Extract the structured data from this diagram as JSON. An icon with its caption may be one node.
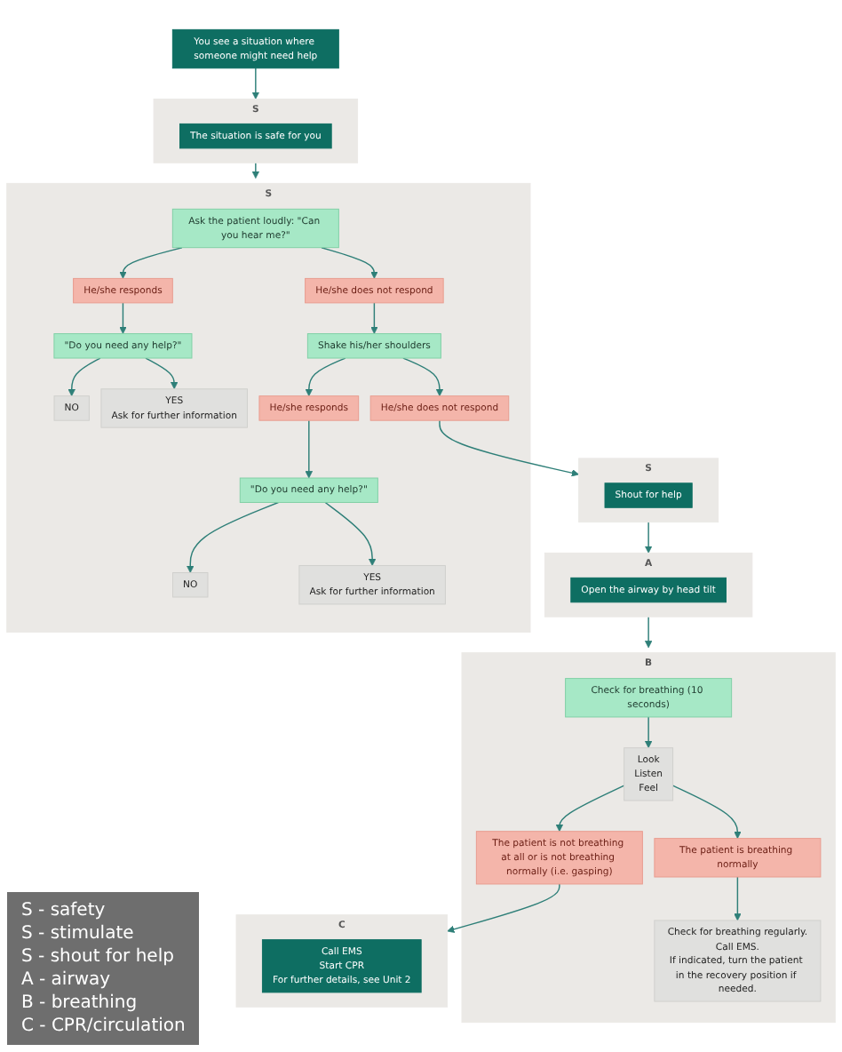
{
  "diagram": {
    "nodes": [
      {
        "text": [
          "You see a situation where someone might need help"
        ]
      },
      {
        "text": [
          "S"
        ]
      },
      {
        "text": [
          "The situation is safe for you"
        ],
        "in": 1
      },
      {
        "text": [
          "S"
        ]
      },
      {
        "text": [
          "Ask the patient loudly: \"Can you hear me?\""
        ],
        "in": 3
      },
      {
        "text": [
          "He/she responds"
        ],
        "in": 3
      },
      {
        "text": [
          "He/she does not respond"
        ],
        "in": 3
      },
      {
        "text": [
          "\"Do you need any help?\""
        ],
        "in": 3
      },
      {
        "text": [
          "Shake his/her shoulders"
        ],
        "in": 3
      },
      {
        "text": [
          "NO"
        ],
        "in": 3
      },
      {
        "text": [
          "YES",
          "Ask for further information"
        ],
        "in": 3
      },
      {
        "text": [
          "He/she responds"
        ],
        "in": 3
      },
      {
        "text": [
          "He/she does not respond"
        ],
        "in": 3
      },
      {
        "text": [
          "\"Do you need any help?\""
        ],
        "in": 3
      },
      {
        "text": [
          "NO"
        ],
        "in": 3
      },
      {
        "text": [
          "YES",
          "Ask for further information"
        ],
        "in": 3
      },
      {
        "text": [
          "S"
        ]
      },
      {
        "text": [
          "Shout for help"
        ],
        "in": 16
      },
      {
        "text": [
          "A"
        ]
      },
      {
        "text": [
          "Open the airway by head tilt"
        ],
        "in": 18
      },
      {
        "text": [
          "B"
        ]
      },
      {
        "text": [
          "Check for breathing (10 seconds)"
        ],
        "in": 20
      },
      {
        "text": [
          "Look",
          "Listen",
          "Feel"
        ],
        "in": 20
      },
      {
        "text": [
          "The patient is breathing normally"
        ],
        "in": 20
      },
      {
        "text": [
          "The patient is not breathing at all or is not breathing normally (i.e. gasping)"
        ],
        "in": 20
      },
      {
        "text": [
          "Check for breathing regularly.",
          "Call EMS.",
          "If indicated, turn the patient in the recovery position if needed."
        ],
        "in": 20
      },
      {
        "text": [
          "C"
        ]
      },
      {
        "text": [
          "Call EMS",
          "Start CPR",
          "For further details, see Unit 2"
        ],
        "in": 26
      }
    ],
    "edges": [
      {
        "from": 0,
        "to": 1,
        "arrow": "to"
      },
      {
        "from": 1,
        "to": 3,
        "arrow": "to"
      },
      {
        "from": 4,
        "to": 5,
        "arrow": "to"
      },
      {
        "from": 4,
        "to": 6,
        "arrow": "to"
      },
      {
        "from": 5,
        "to": 7,
        "arrow": "to"
      },
      {
        "from": 6,
        "to": 8,
        "arrow": "to"
      },
      {
        "from": 7,
        "to": 9,
        "arrow": "to"
      },
      {
        "from": 7,
        "to": 10,
        "arrow": "to"
      },
      {
        "from": 8,
        "to": 11,
        "arrow": "to"
      },
      {
        "from": 8,
        "to": 12,
        "arrow": "to"
      },
      {
        "from": 11,
        "to": 13,
        "arrow": "to"
      },
      {
        "from": 13,
        "to": 14,
        "arrow": "to"
      },
      {
        "from": 13,
        "to": 15,
        "arrow": "to"
      },
      {
        "from": 12,
        "to": 16,
        "arrow": "to"
      },
      {
        "from": 16,
        "to": 18,
        "arrow": "to"
      },
      {
        "from": 18,
        "to": 20,
        "arrow": "to"
      },
      {
        "from": 21,
        "to": 22,
        "arrow": "to"
      },
      {
        "from": 22,
        "to": 23,
        "arrow": "to"
      },
      {
        "from": 22,
        "to": 24,
        "arrow": "to"
      },
      {
        "from": 23,
        "to": 25,
        "arrow": "to"
      },
      {
        "from": 24,
        "to": 26,
        "arrow": "to"
      }
    ],
    "labels": [
      "S - safety",
      "S - stimulate",
      "S - shout for help",
      "A - airway",
      "B - breathing",
      "C - CPR/circulation"
    ]
  }
}
